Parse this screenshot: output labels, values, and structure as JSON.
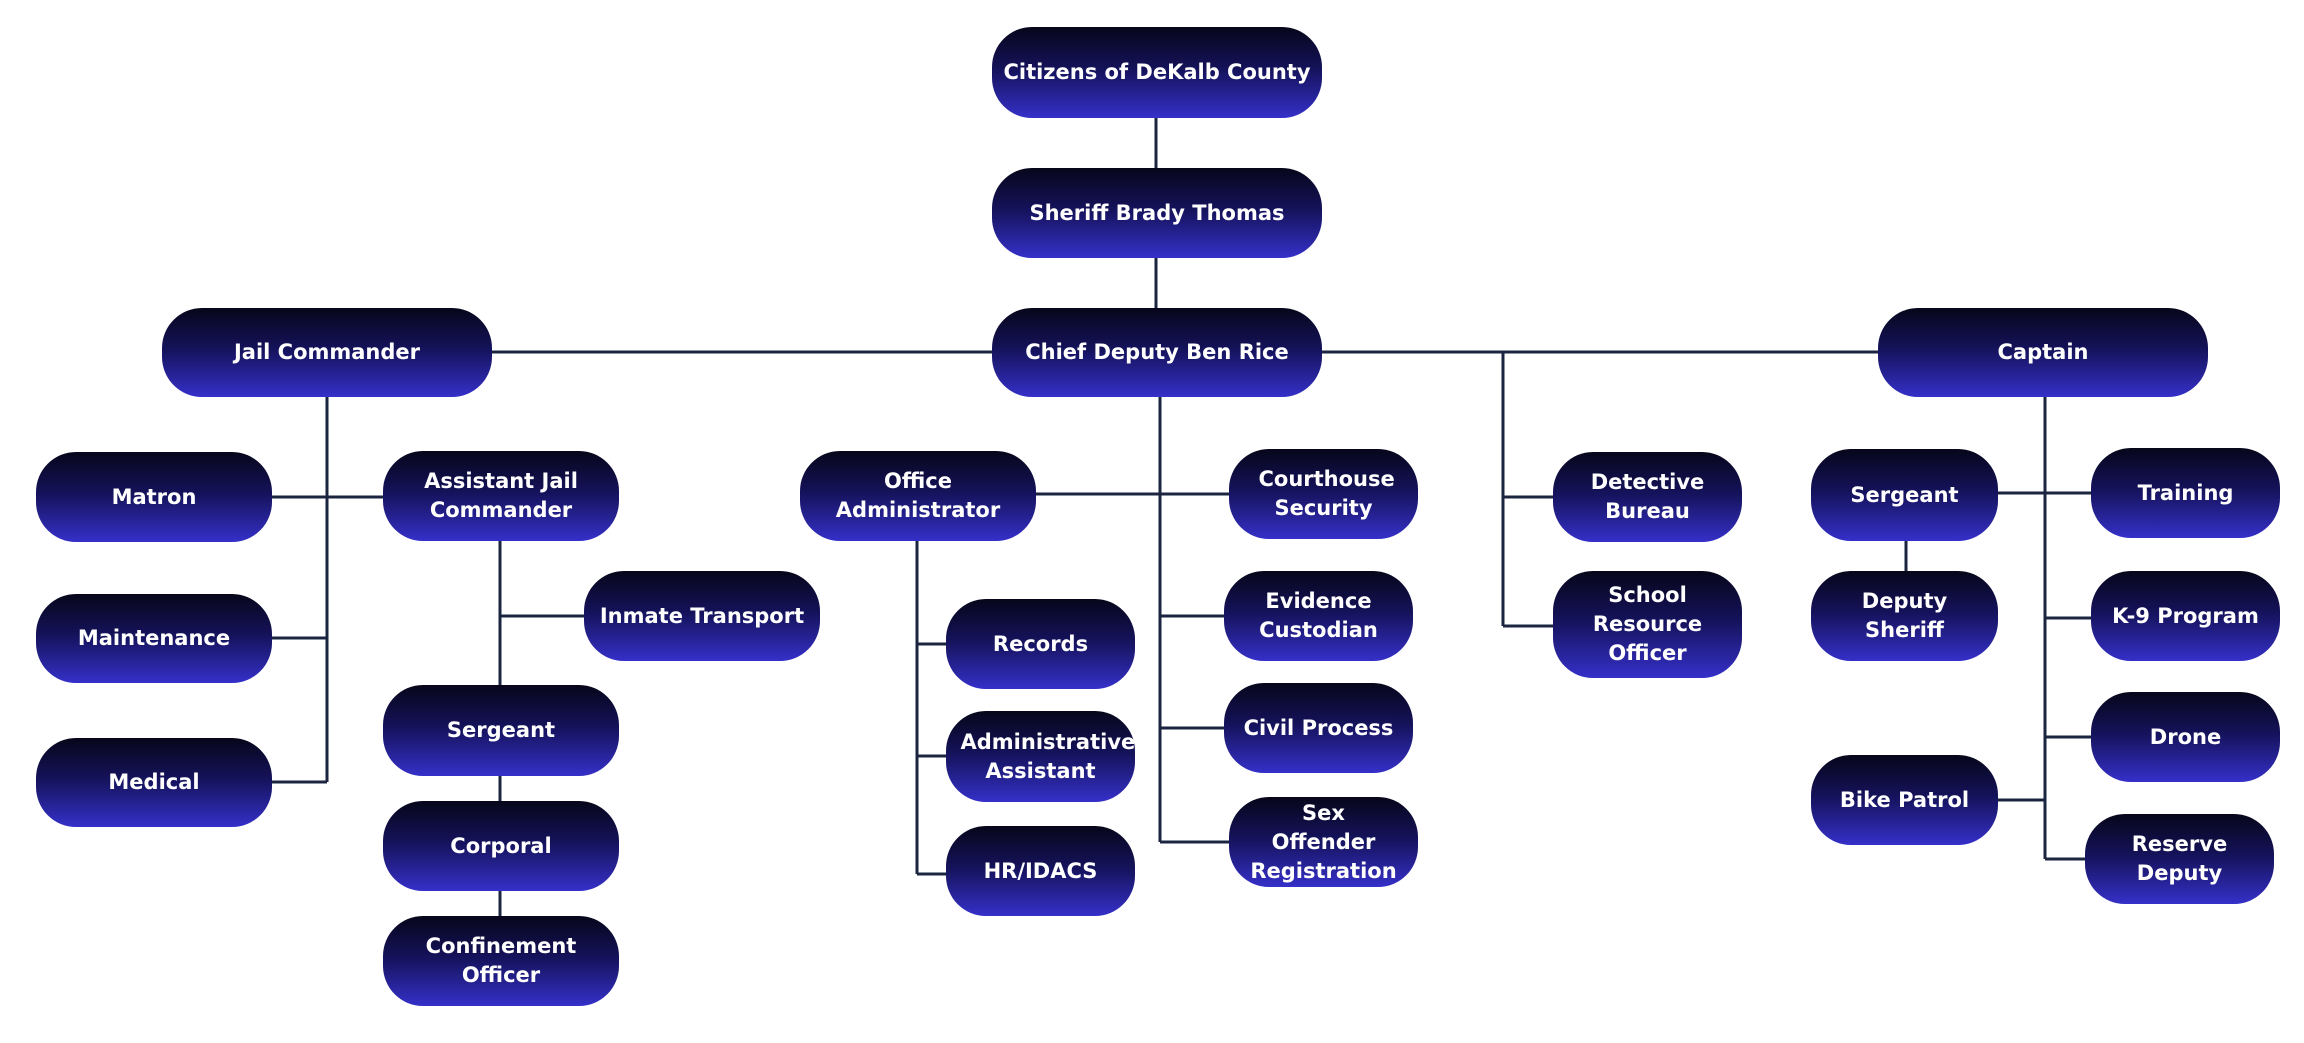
{
  "colors": {
    "box_top": "#07061a",
    "box_bottom": "#3530c9",
    "text": "#ffffff",
    "line": "#1b2540"
  },
  "nodes": {
    "citizens": "Citizens of DeKalb County",
    "sheriff": "Sheriff Brady Thomas",
    "chief_deputy": "Chief Deputy Ben Rice",
    "jail_commander": "Jail Commander",
    "captain": "Captain",
    "matron": "Matron",
    "maintenance": "Maintenance",
    "medical": "Medical",
    "assistant_jail_commander": "Assistant Jail Commander",
    "inmate_transport": "Inmate Transport",
    "jail_sergeant": "Sergeant",
    "corporal": "Corporal",
    "confinement_officer": "Confinement Officer",
    "office_administrator": "Office Administrator",
    "records": "Records",
    "administrative_assistant": "Administrative Assistant",
    "hr_idacs": "HR/IDACS",
    "courthouse_security": "Courthouse Security",
    "evidence_custodian": "Evidence Custodian",
    "civil_process": "Civil Process",
    "sex_offender_registration": "Sex Offender Registration",
    "detective_bureau": "Detective Bureau",
    "school_resource_officer": "School Resource Officer",
    "captain_sergeant": "Sergeant",
    "deputy_sheriff": "Deputy Sheriff",
    "bike_patrol": "Bike Patrol",
    "training": "Training",
    "k9_program": "K-9 Program",
    "drone": "Drone",
    "reserve_deputy": "Reserve Deputy"
  }
}
